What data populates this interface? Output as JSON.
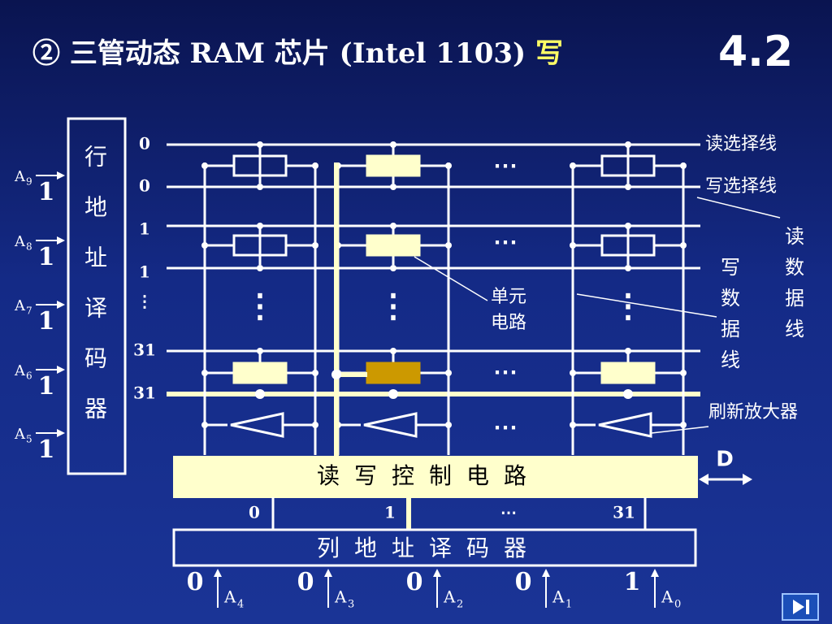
{
  "title": {
    "circled": "②",
    "main": "三管动态 RAM 芯片 (Intel 1103)",
    "highlight": "写"
  },
  "section_number": "4.2",
  "row_decoder": {
    "label": [
      "行",
      "地",
      "址",
      "译",
      "码",
      "器"
    ]
  },
  "row_inputs": [
    {
      "name": "A",
      "sub": "9",
      "value": "1"
    },
    {
      "name": "A",
      "sub": "8",
      "value": "1"
    },
    {
      "name": "A",
      "sub": "7",
      "value": "1"
    },
    {
      "name": "A",
      "sub": "6",
      "value": "1"
    },
    {
      "name": "A",
      "sub": "5",
      "value": "1"
    }
  ],
  "row_numbers": [
    "0",
    "0",
    "1",
    "1",
    "⋮",
    "31",
    "31"
  ],
  "labels": {
    "read_select": "读选择线",
    "write_select": "写选择线",
    "read_data": [
      "读",
      "数",
      "据",
      "线"
    ],
    "write_data": [
      "写",
      "数",
      "据",
      "线"
    ],
    "unit_circuit": [
      "单元",
      "电路"
    ],
    "refresh_amp": "刷新放大器",
    "d": "D"
  },
  "rw_control": {
    "label": [
      "读",
      "写",
      "控",
      "制",
      "电",
      "路"
    ]
  },
  "column_outputs": [
    "0",
    "1",
    "⋯",
    "31"
  ],
  "col_decoder": {
    "label": [
      "列",
      "地",
      "址",
      "译",
      "码",
      "器"
    ]
  },
  "col_inputs": [
    {
      "value": "0",
      "name": "A",
      "sub": "4"
    },
    {
      "value": "0",
      "name": "A",
      "sub": "3"
    },
    {
      "value": "0",
      "name": "A",
      "sub": "2"
    },
    {
      "value": "0",
      "name": "A",
      "sub": "1"
    },
    {
      "value": "1",
      "name": "A",
      "sub": "0"
    }
  ],
  "dots": {
    "horizontal": "⋯",
    "vertical": "⋮"
  },
  "colors": {
    "line": "#ffffff",
    "highlight": "#ffffcc",
    "selected": "#cc9900",
    "label_bg": "#ffffcc"
  }
}
